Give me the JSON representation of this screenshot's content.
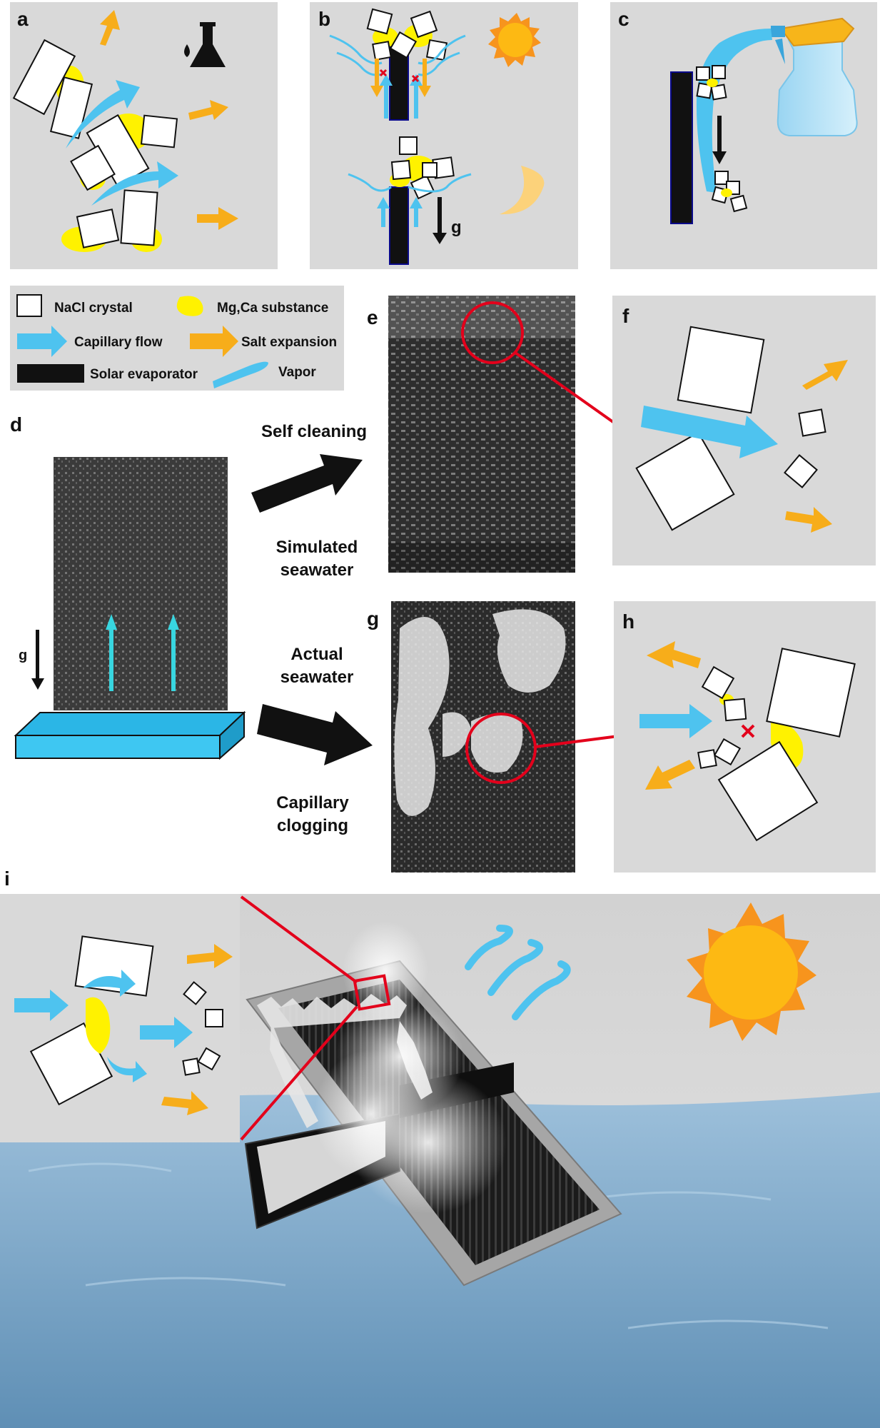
{
  "panels": {
    "a": "a",
    "b": "b",
    "c": "c",
    "d": "d",
    "e": "e",
    "f": "f",
    "g": "g",
    "h": "h",
    "i": "i"
  },
  "legend": {
    "nacl": "NaCl crystal",
    "mgca": "Mg,Ca substance",
    "capillary": "Capillary flow",
    "salt_expansion": "Salt expansion",
    "evaporator": "Solar evaporator",
    "vapor": "Vapor"
  },
  "gravity_label": "g",
  "flow_labels": {
    "self_cleaning": "Self cleaning",
    "simulated_1": "Simulated",
    "simulated_2": "seawater",
    "actual_1": "Actual",
    "actual_2": "seawater",
    "clogging_1": "Capillary",
    "clogging_2": "clogging"
  },
  "colors": {
    "panel_bg": "#d9d9d9",
    "capillary_blue": "#4ec3ef",
    "salt_orange": "#f7ad1a",
    "mgca_yellow": "#fff200",
    "evaporator_black": "#111111",
    "highlight_red": "#e3001b",
    "sun_orange": "#f7941d",
    "sun_core": "#fdb913",
    "sea_blue": "#6f9fc2"
  }
}
